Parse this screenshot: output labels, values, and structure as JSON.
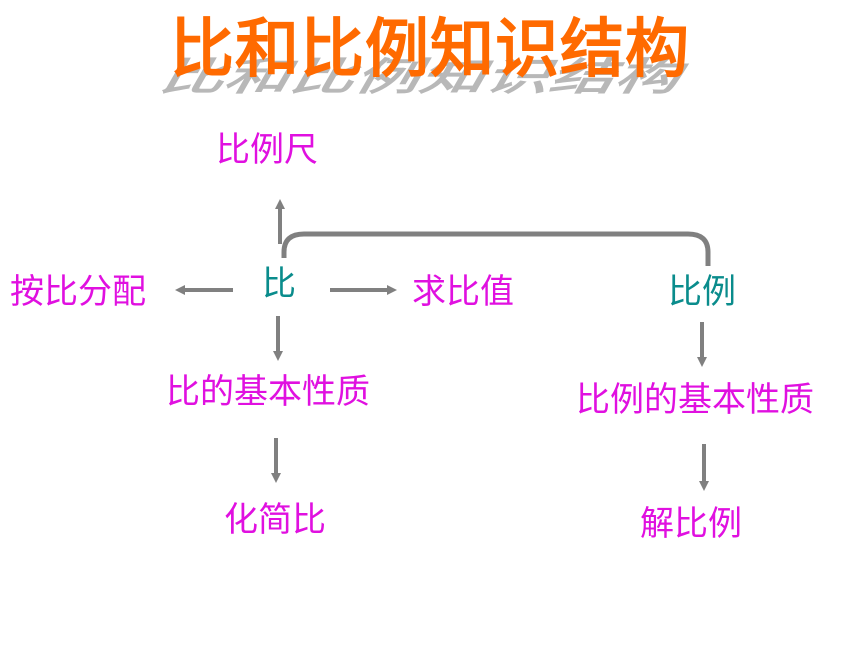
{
  "title": "比和比例知识结构",
  "colors": {
    "title": "#ff6a00",
    "title_shadow": "#b8b8b8",
    "node_text": "#e010e0",
    "core_text": "#0a8c8c",
    "arrow": "#808080"
  },
  "nodes": {
    "scale": "比例尺",
    "ratio": "比",
    "proportional_distribution": "按比分配",
    "find_ratio_value": "求比值",
    "ratio_basic_property": "比的基本性质",
    "simplify_ratio": "化简比",
    "proportion": "比例",
    "proportion_basic_property": "比例的基本性质",
    "solve_proportion": "解比例"
  }
}
